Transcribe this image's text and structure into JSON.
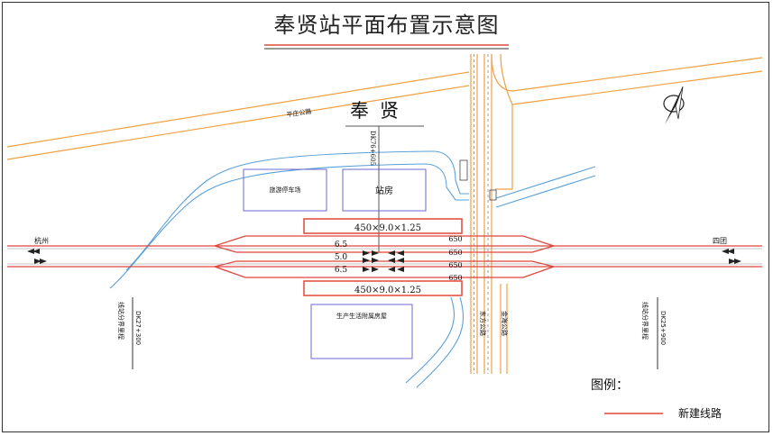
{
  "title": "奉贤站平面布置示意图",
  "station_name": "奉贤",
  "station_mileage": "DK76+605",
  "left_city": "杭州",
  "right_city": "四团",
  "road_top": "平庄公路",
  "road_right_vertical": "金海公路",
  "road_left_vertical": "东方公路",
  "buildings": {
    "parking": "旅游停车场",
    "station_house": "站房",
    "service_area": "生产生活附属房屋"
  },
  "platform_top": "450×9.0×1.25",
  "platform_bottom": "450×9.0×1.25",
  "track_spacing": [
    "6.5",
    "5.0",
    "6.5"
  ],
  "track_lengths": [
    "650",
    "650",
    "650",
    "650"
  ],
  "left_boundary": {
    "label": "线站分界里程",
    "mileage": "DK27+300"
  },
  "right_boundary": {
    "label": "线站分界里程",
    "mileage": "DK25+900"
  },
  "legend": {
    "title": "图例：",
    "new_line": "新建线路"
  },
  "colors": {
    "rail": "#e0463c",
    "road": "#f0a040",
    "water": "#5aa0d8",
    "building": "#6a6ad0"
  }
}
